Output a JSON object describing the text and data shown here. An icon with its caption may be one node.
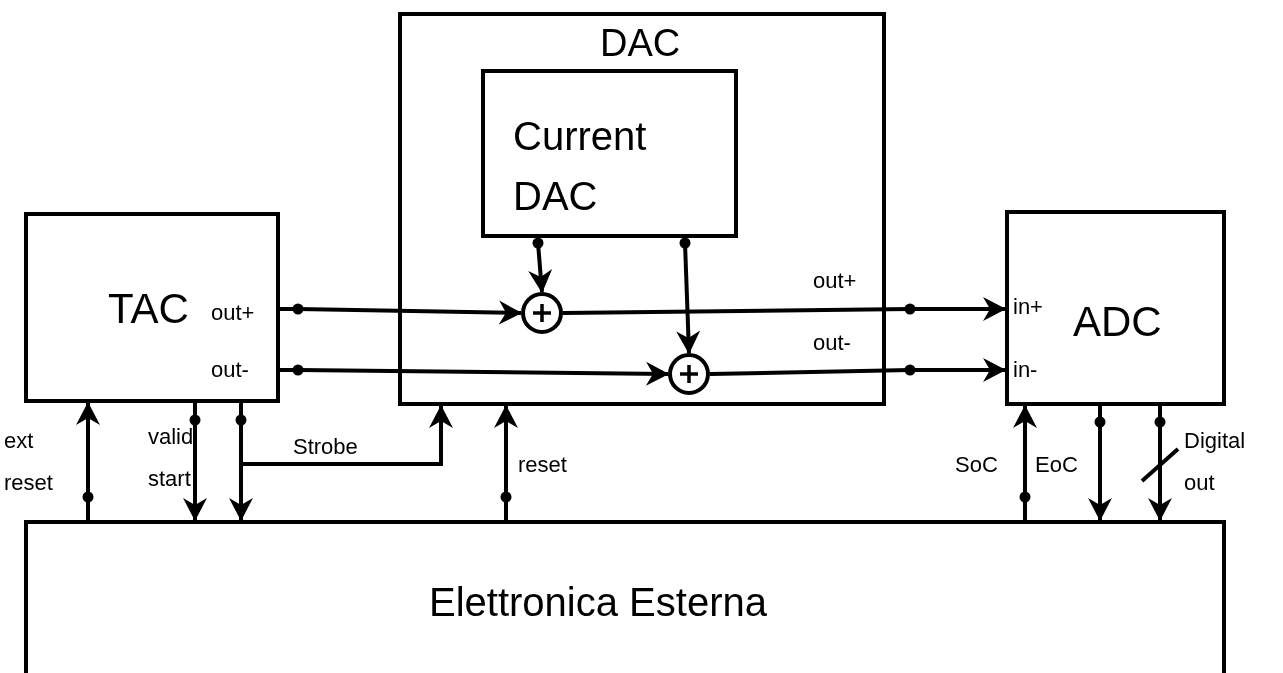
{
  "diagram": {
    "nodes": [
      {
        "text": [
          "DAC"
        ]
      },
      {
        "text": [
          "Current DAC"
        ],
        "in": 0
      },
      {
        "text": [
          "TAC",
          "out+",
          "out-"
        ]
      },
      {
        "text": [
          "in+",
          "ADC",
          "in-"
        ]
      },
      {
        "text": [
          "Elettronica Esterna"
        ]
      },
      {
        "text": [],
        "shape": "circle",
        "in": 0
      },
      {
        "text": [],
        "shape": "circle",
        "in": 0
      }
    ],
    "edges": [
      {
        "from": 2,
        "to": 5,
        "arrow": "to"
      },
      {
        "from": 2,
        "to": 6,
        "arrow": "to"
      },
      {
        "from": 1,
        "to": 5,
        "arrow": "to"
      },
      {
        "from": 1,
        "to": 6,
        "arrow": "to"
      },
      {
        "from": 5,
        "to": 3,
        "arrow": "to",
        "label": "out+"
      },
      {
        "from": 6,
        "to": 3,
        "arrow": "to",
        "label": "out-"
      },
      {
        "from": 4,
        "to": 2,
        "arrow": "to",
        "label": "ext reset"
      },
      {
        "from": 2,
        "to": 4,
        "arrow": "to",
        "label": "valid start"
      },
      {
        "from": 2,
        "to": 4,
        "arrow": "to"
      },
      {
        "from": 2,
        "to": 0,
        "arrow": "to",
        "label": "Strobe"
      },
      {
        "from": 4,
        "to": 0,
        "arrow": "to",
        "label": "reset"
      },
      {
        "from": 4,
        "to": 3,
        "arrow": "to",
        "label": "SoC"
      },
      {
        "from": 3,
        "to": 4,
        "arrow": "to",
        "label": "EoC"
      },
      {
        "from": 3,
        "to": 4,
        "arrow": "to",
        "label": "Digital out"
      }
    ]
  }
}
